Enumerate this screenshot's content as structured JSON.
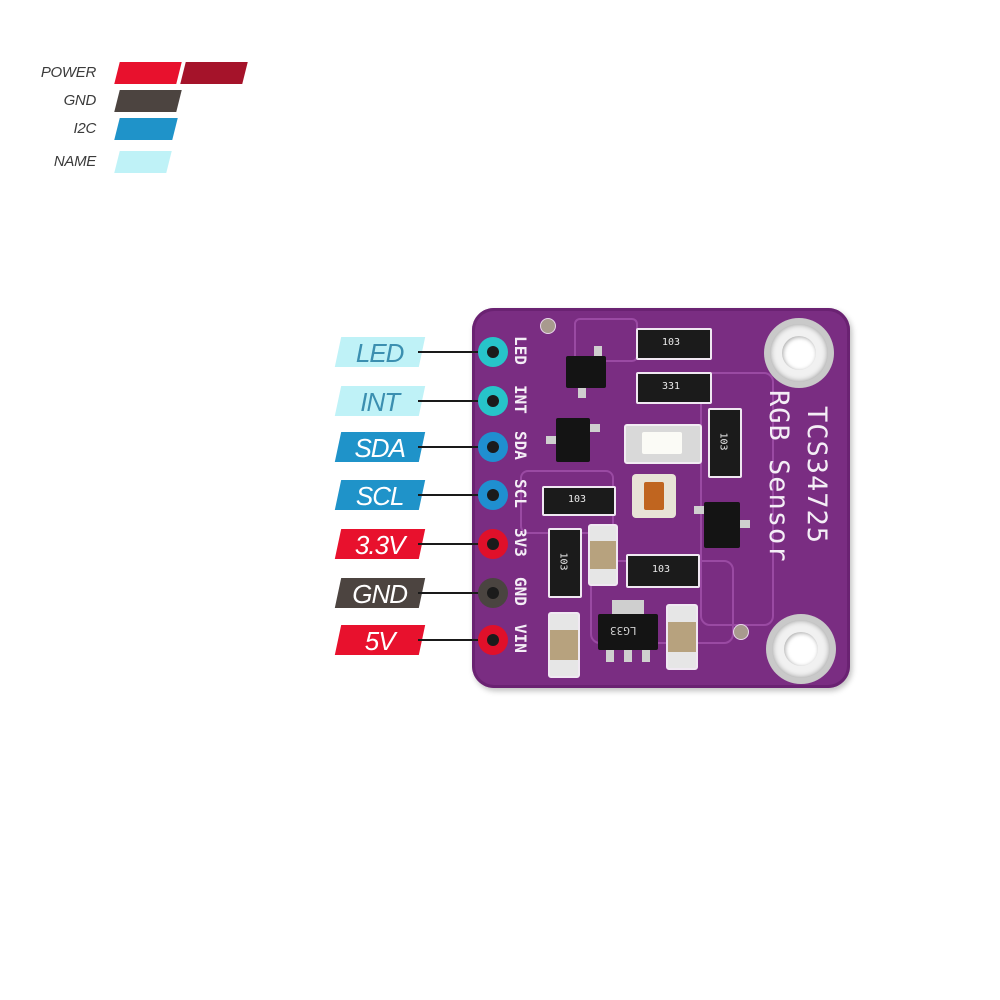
{
  "legend": [
    {
      "label": "POWER",
      "colors": [
        "#e8112d",
        "#a5132a"
      ]
    },
    {
      "label": "GND",
      "colors": [
        "#4c4440"
      ]
    },
    {
      "label": "I2C",
      "colors": [
        "#1f93c9"
      ]
    },
    {
      "label": "NAME",
      "colors": [
        "#bff2f7"
      ]
    }
  ],
  "pins": [
    {
      "label": "LED",
      "silk": "LED",
      "kind": "name"
    },
    {
      "label": "INT",
      "silk": "INT",
      "kind": "name"
    },
    {
      "label": "SDA",
      "silk": "SDA",
      "kind": "i2c"
    },
    {
      "label": "SCL",
      "silk": "SCL",
      "kind": "i2c"
    },
    {
      "label": "3.3V",
      "silk": "3V3",
      "kind": "power"
    },
    {
      "label": "GND",
      "silk": "GND",
      "kind": "gnd"
    },
    {
      "label": "5V",
      "silk": "VIN",
      "kind": "power"
    }
  ],
  "kind_colors": {
    "name": {
      "bg": "#bff2f7",
      "fg": "#3b8fb0",
      "pad": "#27c4c9"
    },
    "i2c": {
      "bg": "#1f93c9",
      "fg": "#ffffff",
      "pad": "#1f8fd0"
    },
    "power": {
      "bg": "#e8112d",
      "fg": "#ffffff",
      "pad": "#e0102a"
    },
    "gnd": {
      "bg": "#4c4440",
      "fg": "#ffffff",
      "pad": "#4a4440"
    }
  },
  "board": {
    "color": "#7a2d82",
    "title_line1": "TCS34725",
    "title_line2": "RGB Sensor",
    "resistor_code": "103",
    "resistor_code_alt": "331",
    "regulator_code": "LG33"
  }
}
